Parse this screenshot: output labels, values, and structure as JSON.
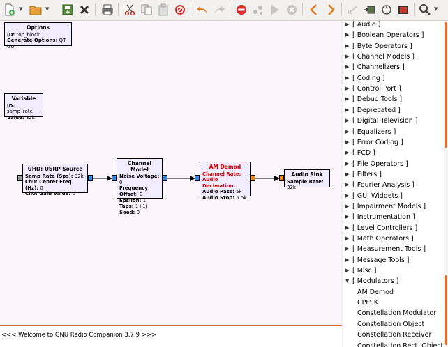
{
  "canvas": {
    "blocks": {
      "options": {
        "title": "Options",
        "rows": [
          {
            "k": "ID:",
            "v": "top_block"
          },
          {
            "k": "Generate Options:",
            "v": "QT GUI"
          }
        ]
      },
      "variable": {
        "title": "Variable",
        "rows": [
          {
            "k": "ID:",
            "v": "samp_rate"
          },
          {
            "k": "Value:",
            "v": "32k"
          }
        ]
      },
      "usrp": {
        "title": "UHD: USRP Source",
        "rows": [
          {
            "k": "Samp Rate (Sps):",
            "v": "32k"
          },
          {
            "k": "Ch0: Center Freq (Hz):",
            "v": "0"
          },
          {
            "k": "Ch0: Gain Value:",
            "v": "0"
          }
        ]
      },
      "channel": {
        "title": "Channel Model",
        "rows": [
          {
            "k": "Noise Voltage:",
            "v": "0"
          },
          {
            "k": "Frequency Offset:",
            "v": "0"
          },
          {
            "k": "Epsilon:",
            "v": "1"
          },
          {
            "k": "Taps:",
            "v": "1+1j"
          },
          {
            "k": "Seed:",
            "v": "0"
          }
        ]
      },
      "amdemod": {
        "title": "AM Demod",
        "rows": [
          {
            "k": "Channel Rate:",
            "v": ""
          },
          {
            "k": "Audio Decimation:",
            "v": ""
          },
          {
            "k": "Audio Pass:",
            "v": "5k"
          },
          {
            "k": "Audio Stop:",
            "v": "5.5k"
          }
        ]
      },
      "audiosink": {
        "title": "Audio Sink",
        "rows": [
          {
            "k": "Sample Rate:",
            "v": "32k"
          }
        ]
      }
    }
  },
  "console": {
    "text": "<<< Welcome to GNU Radio Companion 3.7.9 >>>"
  },
  "tree": {
    "categories": [
      "[ Audio ]",
      "[ Boolean Operators ]",
      "[ Byte Operators ]",
      "[ Channel Models ]",
      "[ Channelizers ]",
      "[ Coding ]",
      "[ Control Port ]",
      "[ Debug Tools ]",
      "[ Deprecated ]",
      "[ Digital Television ]",
      "[ Equalizers ]",
      "[ Error Coding ]",
      "[ FCD ]",
      "[ File Operators ]",
      "[ Filters ]",
      "[ Fourier Analysis ]",
      "[ GUI Widgets ]",
      "[ Impairment Models ]",
      "[ Instrumentation ]",
      "[ Level Controllers ]",
      "[ Math Operators ]",
      "[ Measurement Tools ]",
      "[ Message Tools ]",
      "[ Misc ]",
      "[ Modulators ]"
    ],
    "modulators_children": [
      "AM Demod",
      "CPFSK",
      "Constellation Modulator",
      "Constellation Object",
      "Constellation Receiver",
      "Constellation Rect. Object"
    ]
  },
  "colors": {
    "canvas_bg": "#fcf5fc",
    "block_bg": "#f1ecff",
    "error_text": "#e00000",
    "port_complex": "#3a8ee6",
    "port_float": "#f28a12",
    "port_disabled": "#999999",
    "accent": "#e07030"
  },
  "toolbar": {
    "icons": [
      "new-icon",
      "open-icon",
      "save-icon",
      "close-icon",
      "print-icon",
      "cut-icon",
      "copy-icon",
      "paste-icon",
      "delete-icon",
      "undo-icon",
      "redo-icon",
      "disable-icon",
      "bypass-icon",
      "execute-icon",
      "kill-icon",
      "prev-icon",
      "next-icon",
      "rotate-ccw-icon",
      "rotate-cw-icon",
      "reload-icon",
      "search-icon"
    ]
  }
}
